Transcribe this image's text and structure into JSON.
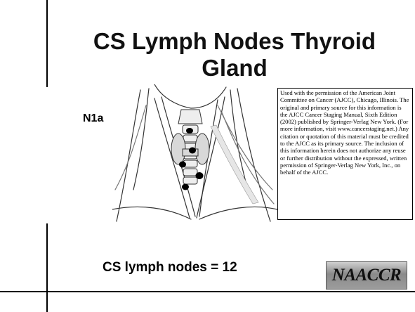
{
  "slide": {
    "title": "CS Lymph Nodes Thyroid Gland",
    "figure_label": "N1a",
    "credit_text": "Used with the permission of the American Joint Committee on Cancer (AJCC), Chicago, Illinois. The original and primary source for this information is the AJCC Cancer Staging Manual, Sixth Edition (2002) published by Springer-Verlag New York. (For more information, visit www.cancerstaging.net.) Any citation or quotation of this material must be credited to the AJCC as its primary source. The inclusion of this information herein does not authorize any reuse or further distribution without the expressed, written permission of Springer-Verlag New York, Inc., on behalf of the AJCC.",
    "lymph_nodes_text": "CS lymph nodes = 12",
    "logo_text": "NAACCR"
  },
  "illustration": {
    "icon": "neck-anatomy-illustration",
    "node_marker_count": 5,
    "colors": {
      "line": "#333333",
      "node": "#000000",
      "shade": "#e6e6e6"
    }
  }
}
